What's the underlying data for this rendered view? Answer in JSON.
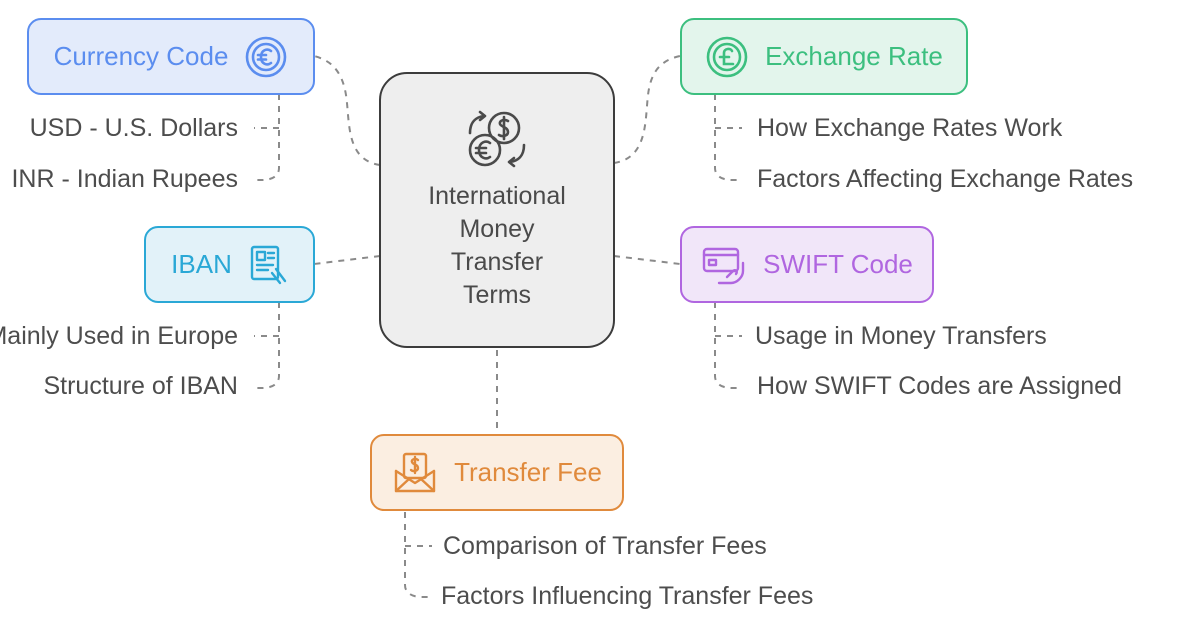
{
  "center": {
    "title": "International\nMoney\nTransfer\nTerms",
    "icon": "currency-exchange-icon"
  },
  "nodes": {
    "currency_code": {
      "label": "Currency Code",
      "icon": "euro-coin-icon",
      "color": "#5b8def",
      "fill": "#e3ebfb",
      "items": [
        "USD - U.S. Dollars",
        "INR - Indian Rupees"
      ]
    },
    "iban": {
      "label": "IBAN",
      "icon": "bank-document-icon",
      "color": "#2aa8d6",
      "fill": "#e2f2f9",
      "items": [
        "Mainly Used in Europe",
        "Structure of IBAN"
      ]
    },
    "exchange_rate": {
      "label": "Exchange Rate",
      "icon": "pound-coin-icon",
      "color": "#3cbf7f",
      "fill": "#e3f5ec",
      "items": [
        "How Exchange Rates Work",
        "Factors Affecting Exchange Rates"
      ]
    },
    "swift_code": {
      "label": "SWIFT Code",
      "icon": "card-payment-icon",
      "color": "#b066e0",
      "fill": "#f1e6f9",
      "items": [
        "Usage in Money Transfers",
        "How SWIFT Codes are Assigned"
      ]
    },
    "transfer_fee": {
      "label": "Transfer Fee",
      "icon": "money-envelope-icon",
      "color": "#e08a3c",
      "fill": "#fbeee1",
      "items": [
        "Comparison of Transfer Fees",
        "Factors Influencing Transfer Fees"
      ]
    }
  }
}
